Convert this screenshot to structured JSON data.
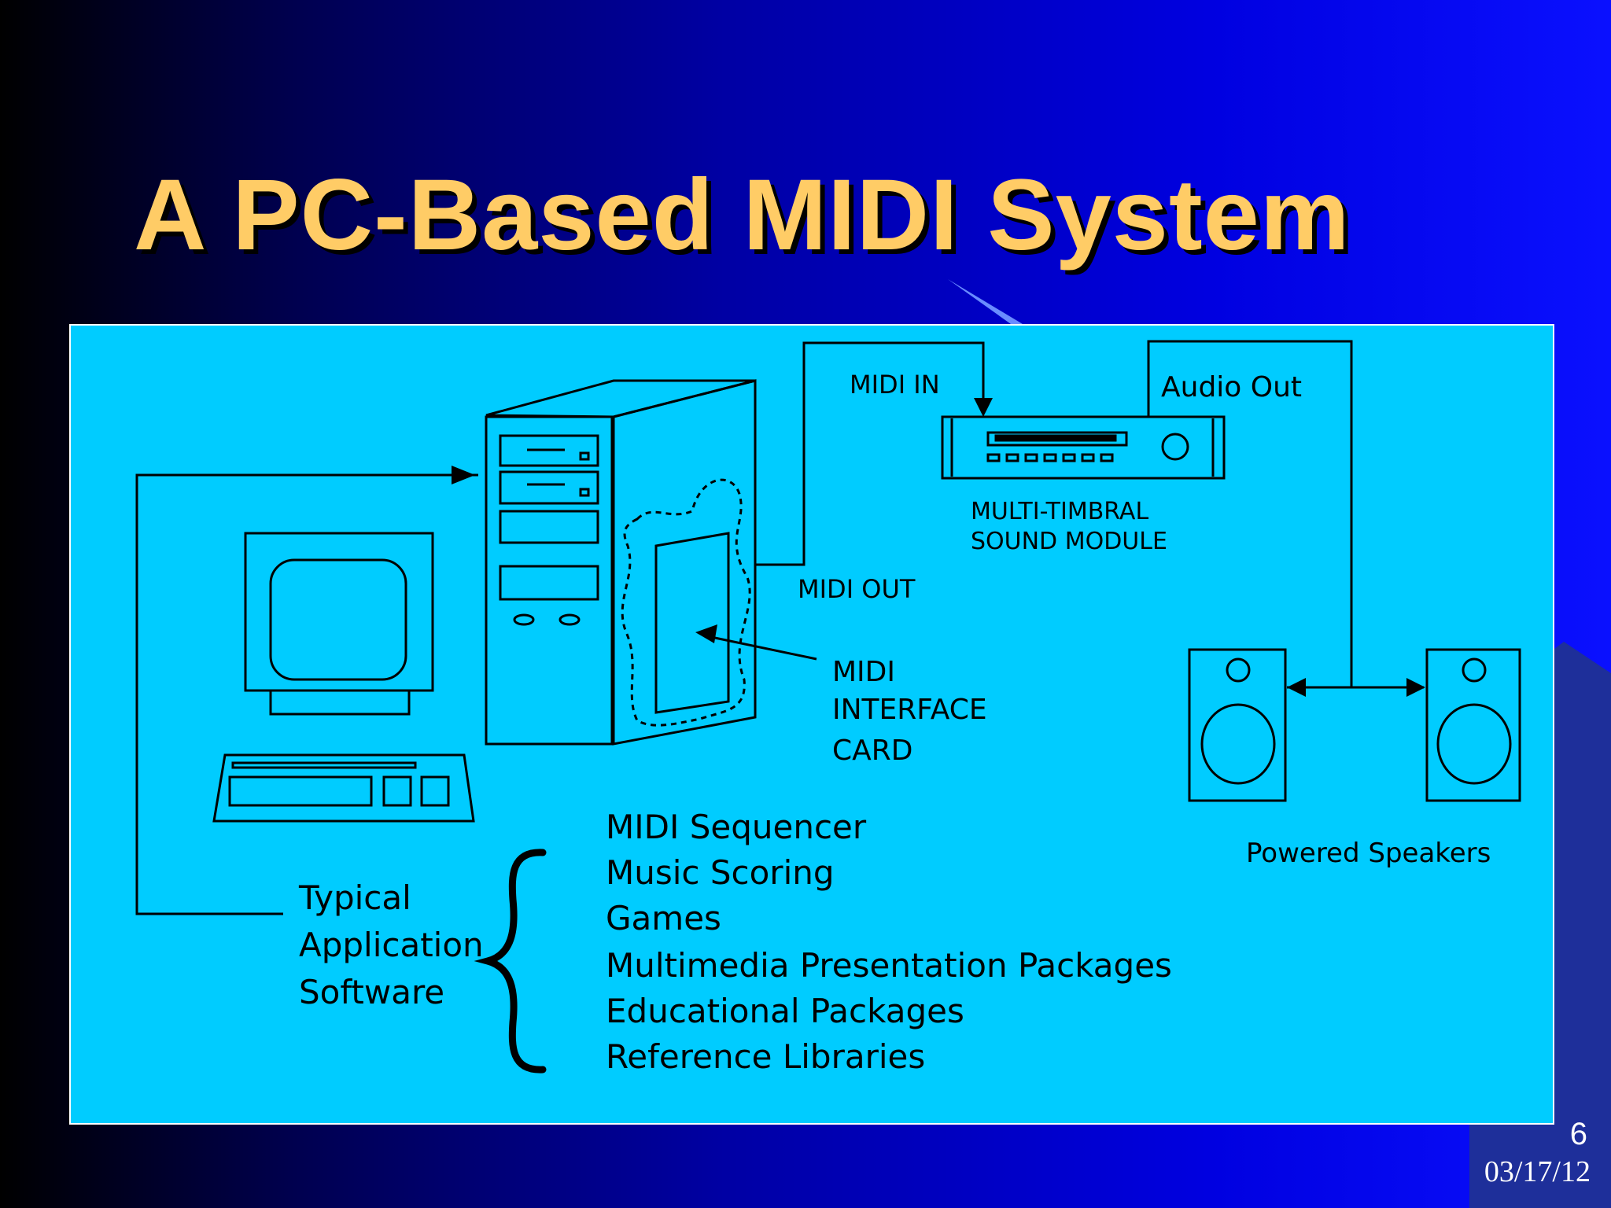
{
  "slide": {
    "title": "A PC-Based MIDI System",
    "number": "6",
    "date": "03/17/12"
  },
  "diagram": {
    "midi_in": "MIDI IN",
    "audio_out": "Audio Out",
    "sound_module": [
      "MULTI-TIMBRAL",
      "SOUND MODULE"
    ],
    "midi_out": "MIDI OUT",
    "interface_card": [
      "MIDI",
      "INTERFACE",
      "CARD"
    ],
    "powered_speakers": "Powered Speakers",
    "typical_software": [
      "Typical",
      "Application",
      "Software"
    ],
    "software_list": [
      "MIDI Sequencer",
      "Music Scoring",
      "Games",
      "Multimedia Presentation Packages",
      "Educational Packages",
      "Reference Libraries"
    ]
  },
  "colors": {
    "title": "#ffcc66",
    "panel": "#00ccff",
    "line": "#000000"
  }
}
